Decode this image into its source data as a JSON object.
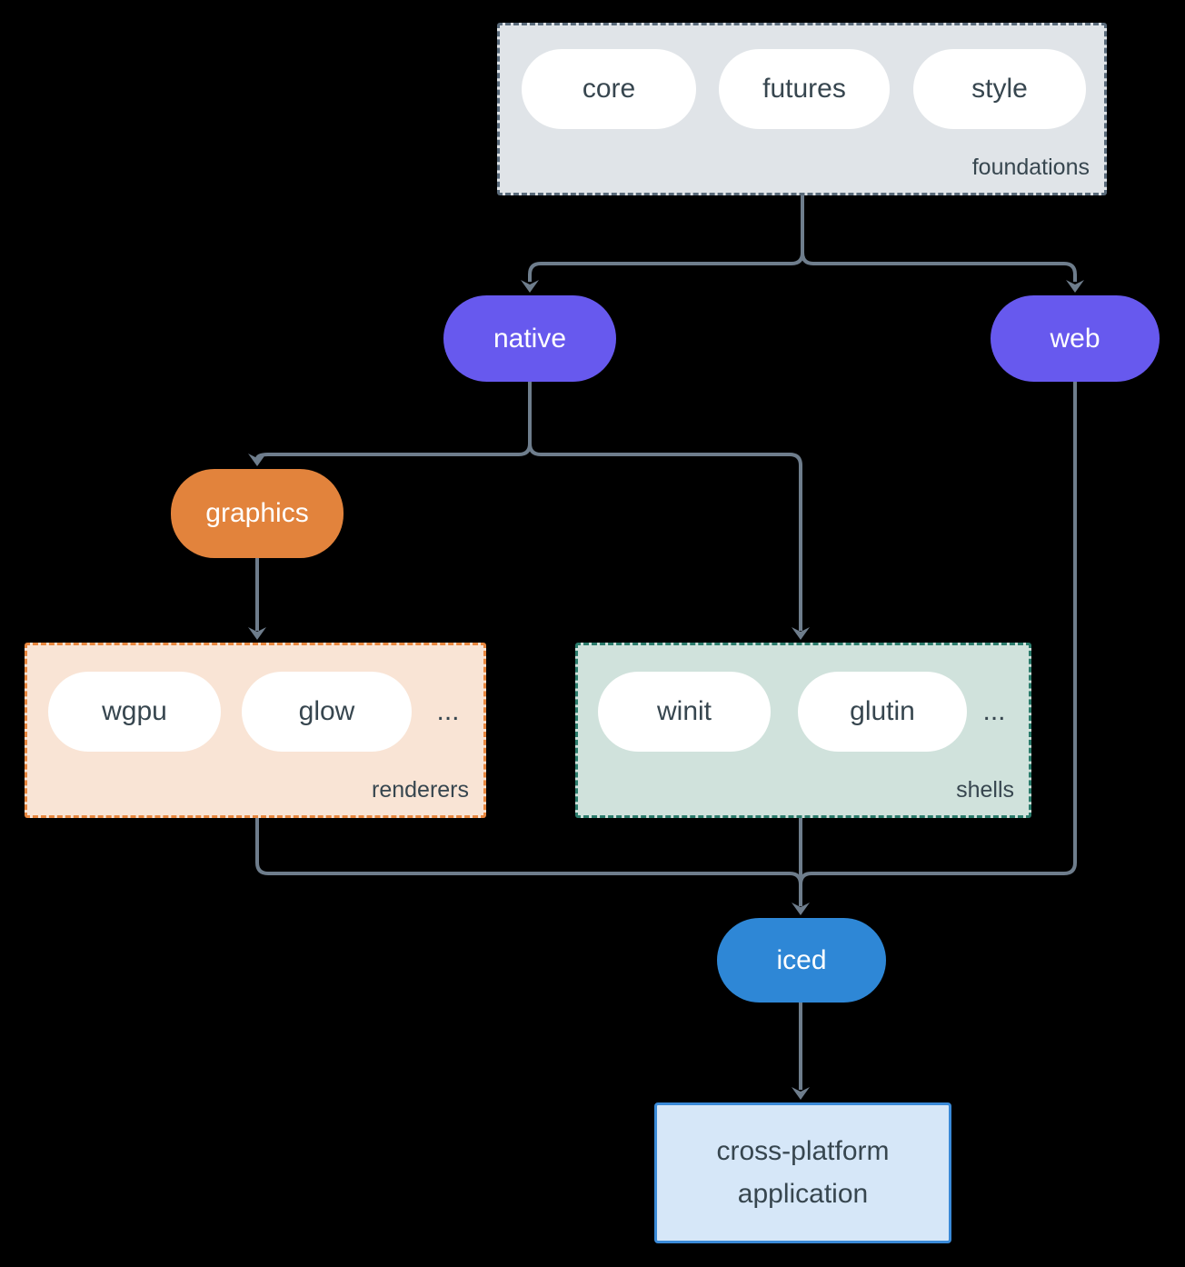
{
  "diagram": {
    "groups": {
      "foundations": {
        "label": "foundations",
        "pills": [
          "core",
          "futures",
          "style"
        ]
      },
      "renderers": {
        "label": "renderers",
        "pills": [
          "wgpu",
          "glow"
        ],
        "more": "..."
      },
      "shells": {
        "label": "shells",
        "pills": [
          "winit",
          "glutin"
        ],
        "more": "..."
      }
    },
    "nodes": {
      "native": "native",
      "web": "web",
      "graphics": "graphics",
      "iced": "iced",
      "application": {
        "line1": "cross-platform",
        "line2": "application"
      }
    }
  },
  "colors": {
    "background": "#000000",
    "arrow": "#6e7d8c",
    "text-dark": "#37464f",
    "text-light": "#ffffff",
    "purple": "#6759ee",
    "orange": "#e2833c",
    "blue": "#2e87d6",
    "pill-white": "#ffffff",
    "foundations-fill": "#e0e4e8",
    "foundations-border": "#5a6b7b",
    "renderers-fill": "#f9e4d5",
    "renderers-border": "#e8873f",
    "shells-fill": "#d0e2dc",
    "shells-border": "#2b7c6c",
    "app-fill": "#d6e7f8",
    "app-border": "#3a8ad8"
  }
}
